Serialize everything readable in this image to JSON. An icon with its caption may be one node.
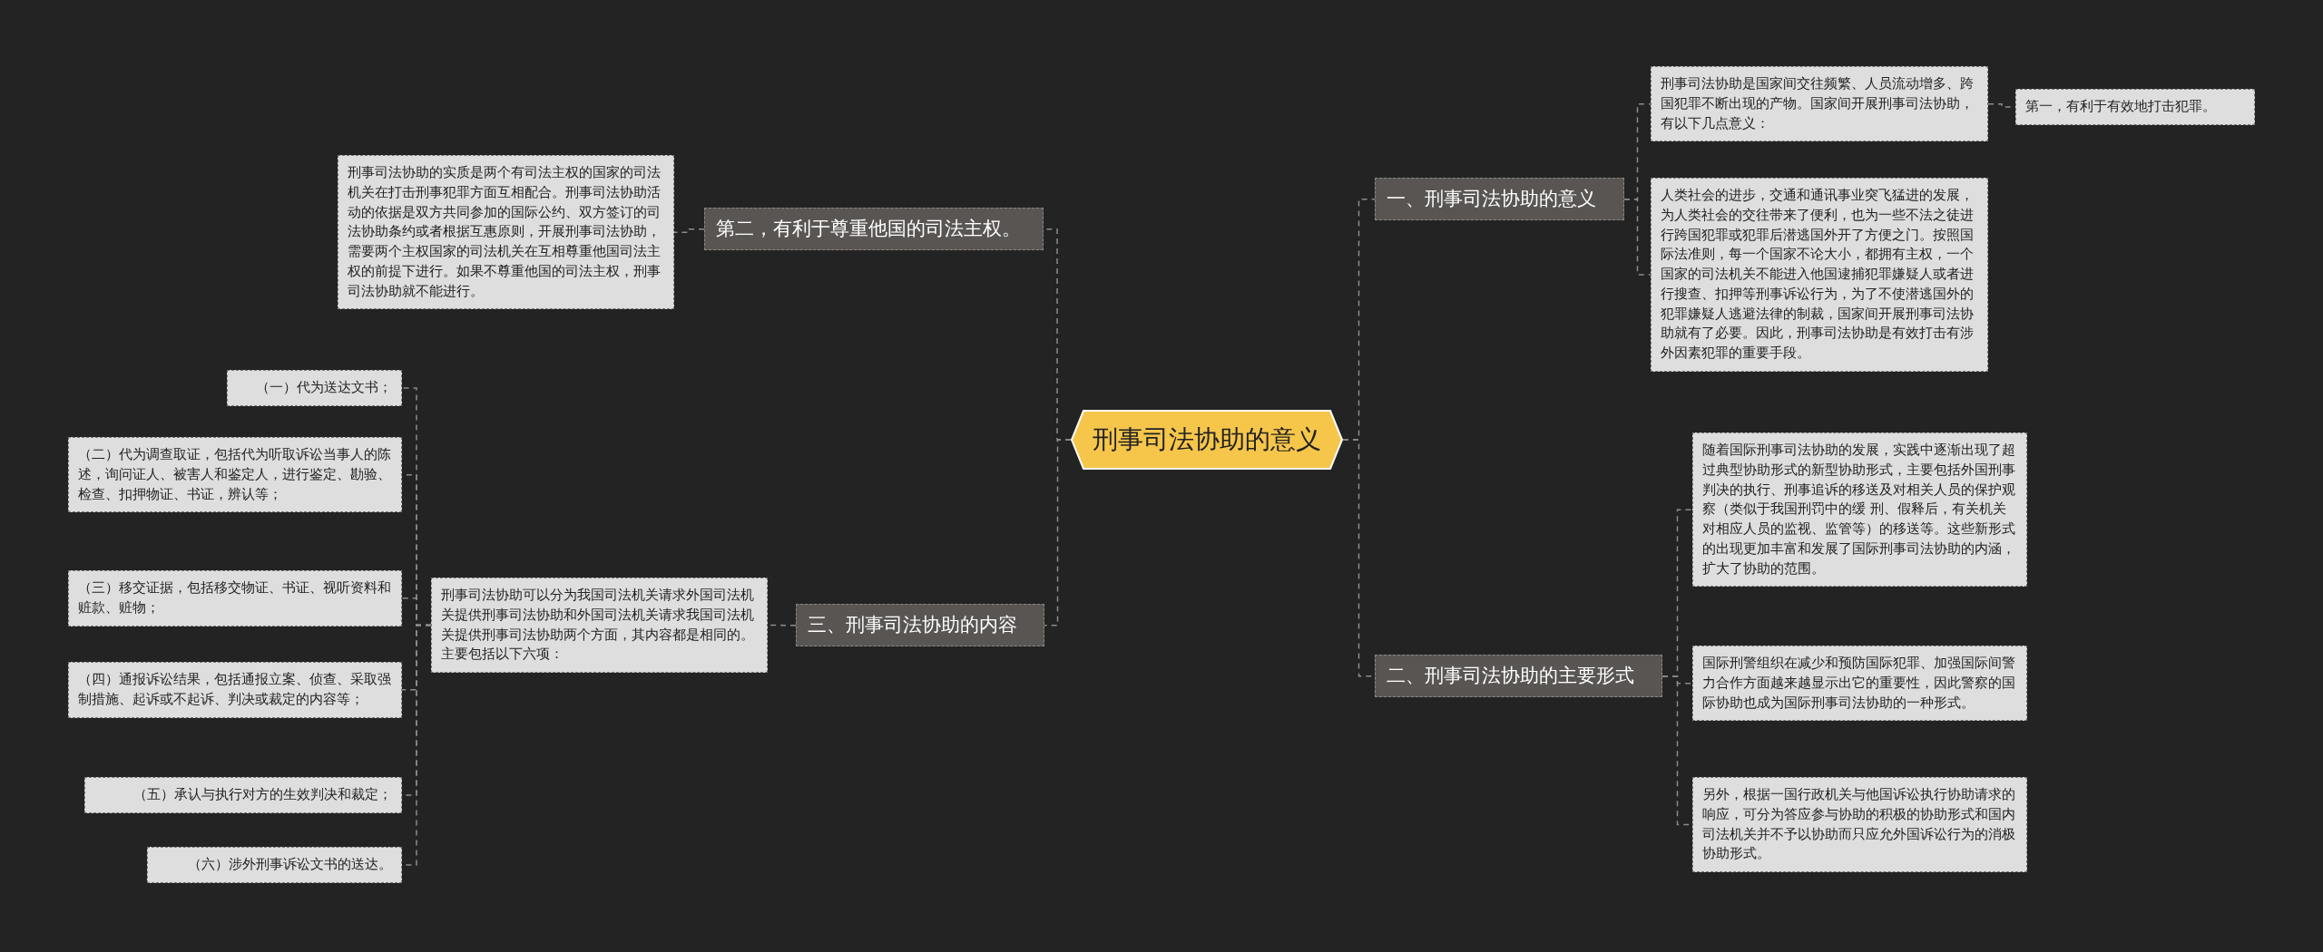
{
  "diagram": {
    "nodes": [
      {
        "text": [
          "刑事司法协助的意义"
        ]
      },
      {
        "text": [
          "一、刑事司法协助的意义"
        ]
      },
      {
        "text": [
          "刑事司法协助是国家间交往频繁、人员流动增多、跨国犯罪不断出现的产物。国家间开展刑事司法协助，有以下几点意义："
        ]
      },
      {
        "text": [
          "第一，有利于有效地打击犯罪。"
        ]
      },
      {
        "text": [
          "人类社会的进步，交通和通讯事业突飞猛进的发展，为人类社会的交往带来了便利，也为一些不法之徒进行跨国犯罪或犯罪后潜逃国外开了方便之门。按照国际法准则，每一个国家不论大小，都拥有主权，一个国家的司法机关不能进入他国逮捕犯罪嫌疑人或者进行搜查、扣押等刑事诉讼行为，为了不使潜逃国外的犯罪嫌疑人逃避法律的制裁，国家间开展刑事司法协助就有了必要。因此，刑事司法协助是有效打击有涉外因素犯罪的重要手段。"
        ]
      },
      {
        "text": [
          "二、刑事司法协助的主要形式"
        ]
      },
      {
        "text": [
          "随着国际刑事司法协助的发展，实践中逐渐出现了超过典型协助形式的新型协助形式，主要包括外国刑事判决的执行、刑事追诉的移送及对相关人员的保护观察（类似于我国刑罚中的缓 刑、假释后，有关机关对相应人员的监视、监管等）的移送等。这些新形式的出现更加丰富和发展了国际刑事司法协助的内涵，扩大了协助的范围。"
        ]
      },
      {
        "text": [
          "国际刑警组织在减少和预防国际犯罪、加强国际间警力合作方面越来越显示出它的重要性，因此警察的国际协助也成为国际刑事司法协助的一种形式。"
        ]
      },
      {
        "text": [
          "另外，根据一国行政机关与他国诉讼执行协助请求的响应，可分为答应参与协助的积极的协助形式和国内司法机关并不予以协助而只应允外国诉讼行为的消极协助形式。"
        ]
      },
      {
        "text": [
          "第二，有利于尊重他国的司法主权。"
        ]
      },
      {
        "text": [
          "刑事司法协助的实质是两个有司法主权的国家的司法机关在打击刑事犯罪方面互相配合。刑事司法协助活动的依据是双方共同参加的国际公约、双方签订的司法协助条约或者根据互惠原则，开展刑事司法协助，需要两个主权国家的司法机关在互相尊重他国司法主权的前提下进行。如果不尊重他国的司法主权，刑事司法协助就不能进行。"
        ]
      },
      {
        "text": [
          "三、刑事司法协助的内容"
        ]
      },
      {
        "text": [
          "刑事司法协助可以分为我国司法机关请求外国司法机关提供刑事司法协助和外国司法机关请求我国司法机关提供刑事司法协助两个方面，其内容都是相同的。主要包括以下六项："
        ]
      },
      {
        "text": [
          "（一）代为送达文书；"
        ]
      },
      {
        "text": [
          "（二）代为调查取证，包括代为听取诉讼当事人的陈述，询问证人、被害人和鉴定人，进行鉴定、勘验、检查、扣押物证、书证，辨认等；"
        ]
      },
      {
        "text": [
          "（三）移交证据，包括移交物证、书证、视听资料和赃款、赃物；"
        ]
      },
      {
        "text": [
          "（四）通报诉讼结果，包括通报立案、侦查、采取强制措施、起诉或不起诉、判决或裁定的内容等；"
        ]
      },
      {
        "text": [
          "（五）承认与执行对方的生效判决和裁定；"
        ]
      },
      {
        "text": [
          "（六）涉外刑事诉讼文书的送达。"
        ]
      }
    ],
    "edges": [
      {
        "from": 0,
        "to": 1,
        "arrow": "none",
        "style": "dashed"
      },
      {
        "from": 1,
        "to": 2,
        "arrow": "none",
        "style": "dashed"
      },
      {
        "from": 2,
        "to": 3,
        "arrow": "none",
        "style": "dashed"
      },
      {
        "from": 1,
        "to": 4,
        "arrow": "none",
        "style": "dashed"
      },
      {
        "from": 0,
        "to": 5,
        "arrow": "none",
        "style": "dashed"
      },
      {
        "from": 5,
        "to": 6,
        "arrow": "none",
        "style": "dashed"
      },
      {
        "from": 5,
        "to": 7,
        "arrow": "none",
        "style": "dashed"
      },
      {
        "from": 5,
        "to": 8,
        "arrow": "none",
        "style": "dashed"
      },
      {
        "from": 0,
        "to": 9,
        "arrow": "none",
        "style": "dashed"
      },
      {
        "from": 9,
        "to": 10,
        "arrow": "none",
        "style": "dashed"
      },
      {
        "from": 0,
        "to": 11,
        "arrow": "none",
        "style": "dashed"
      },
      {
        "from": 11,
        "to": 12,
        "arrow": "none",
        "style": "dashed"
      },
      {
        "from": 12,
        "to": 13,
        "arrow": "none",
        "style": "dashed"
      },
      {
        "from": 12,
        "to": 14,
        "arrow": "none",
        "style": "dashed"
      },
      {
        "from": 12,
        "to": 15,
        "arrow": "none",
        "style": "dashed"
      },
      {
        "from": 12,
        "to": 16,
        "arrow": "none",
        "style": "dashed"
      },
      {
        "from": 12,
        "to": 17,
        "arrow": "none",
        "style": "dashed"
      },
      {
        "from": 12,
        "to": 18,
        "arrow": "none",
        "style": "dashed"
      }
    ]
  }
}
